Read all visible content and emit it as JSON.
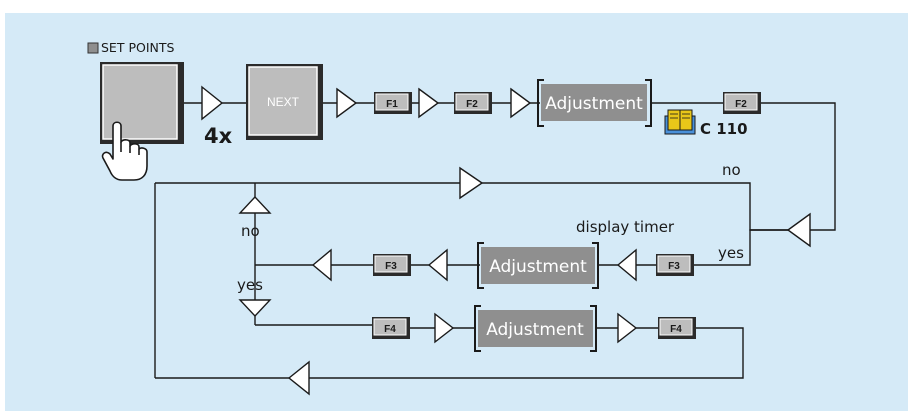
{
  "colors": {
    "panel_bg": "#d5eaf7",
    "line": "#1a1a1a",
    "key_face": "#bdbdbd",
    "key_dark": "#2b2b2b",
    "adjust_bg": "#8f8f8f",
    "adjust_text": "#ffffff",
    "book_icon": "#e8c619"
  },
  "header": {
    "label": "SET POINTS"
  },
  "keys": {
    "set_points": "",
    "next": "NEXT",
    "f1": "F1",
    "f2_a": "F2",
    "f2_b": "F2",
    "f3_a": "F3",
    "f3_b": "F3",
    "f4_a": "F4",
    "f4_b": "F4"
  },
  "repeat": "4x",
  "adjustments": {
    "a1": "Adjustment",
    "a2": "Adjustment",
    "a3": "Adjustment"
  },
  "reference": {
    "icon": "book-icon",
    "code": "C 110"
  },
  "labels": {
    "no_right": "no",
    "display_timer": "display timer",
    "yes_right": "yes",
    "no_left": "no",
    "yes_left": "yes"
  }
}
